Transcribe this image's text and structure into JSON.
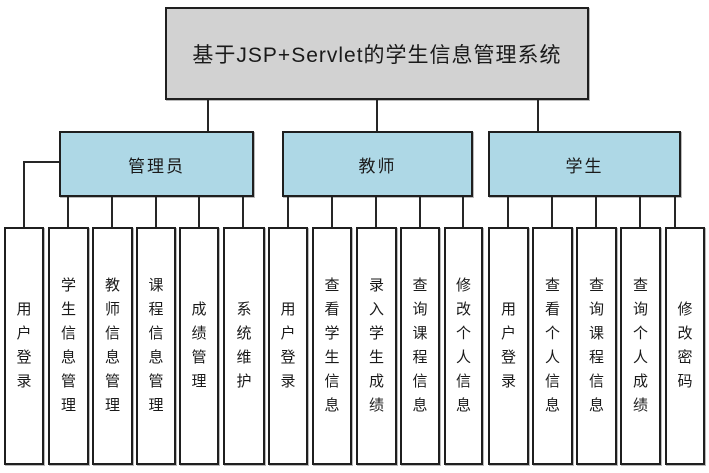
{
  "diagram": {
    "title": "基于JSP+Servlet的学生信息管理系统",
    "colors": {
      "title_fill": "#d2d2d2",
      "group_fill": "#aed8e6",
      "child_fill": "#ffffff",
      "line": "#262626",
      "text": "#1a1a1a"
    },
    "groups": [
      {
        "label": "管理员",
        "children": [
          "用户登录",
          "学生信息管理",
          "教师信息管理",
          "课程信息管理",
          "成绩管理",
          "系统维护"
        ]
      },
      {
        "label": "教师",
        "children": [
          "用户登录",
          "查看学生信息",
          "录入学生成绩",
          "查询课程信息",
          "修改个人信息"
        ]
      },
      {
        "label": "学生",
        "children": [
          "用户登录",
          "查看个人信息",
          "查询课程信息",
          "查询个人成绩",
          "修改密码"
        ]
      }
    ]
  }
}
